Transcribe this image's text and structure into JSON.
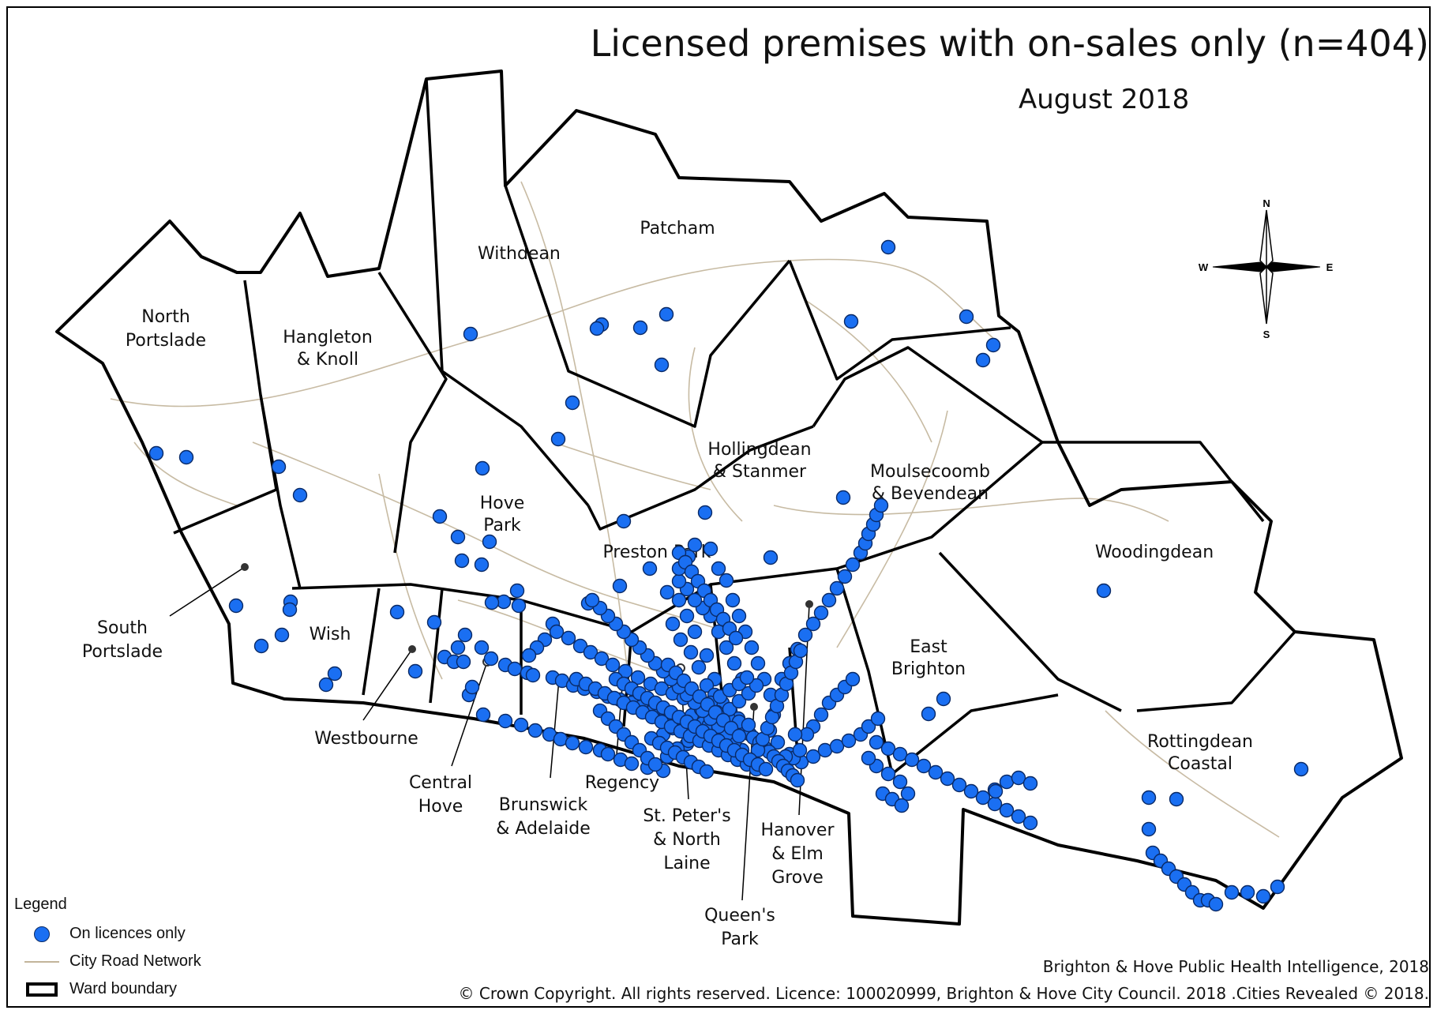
{
  "title": "Licensed premises with on-sales only (n=404)",
  "subtitle": "August 2018",
  "compass": {
    "n": "N",
    "s": "S",
    "e": "E",
    "w": "W"
  },
  "legend": {
    "title": "Legend",
    "items": [
      "On licences only",
      "City Road Network",
      "Ward boundary"
    ]
  },
  "credits": {
    "line1": "Brighton & Hove Public Health Intelligence, 2018",
    "line2": "© Crown Copyright. All rights reserved. Licence: 100020999, Brighton & Hove City Council. 2018 .Cities Revealed © 2018."
  },
  "wards": [
    "North Portslade",
    "Hangleton & Knoll",
    "Withdean",
    "Patcham",
    "Hollingdean & Stanmer",
    "Moulsecoomb & Bevendean",
    "Hove Park",
    "Preston Park",
    "Woodingdean",
    "South Portslade",
    "Wish",
    "East Brighton",
    "Westbourne",
    "Central Hove",
    "Regency",
    "Brunswick & Adelaide",
    "St. Peter's & North Laine",
    "Hanover & Elm Grove",
    "Rottingdean Coastal",
    "Queen's Park"
  ],
  "colors": {
    "point": "#1a6ff2",
    "road": "#c2b49a",
    "ward_boundary": "#000000"
  }
}
